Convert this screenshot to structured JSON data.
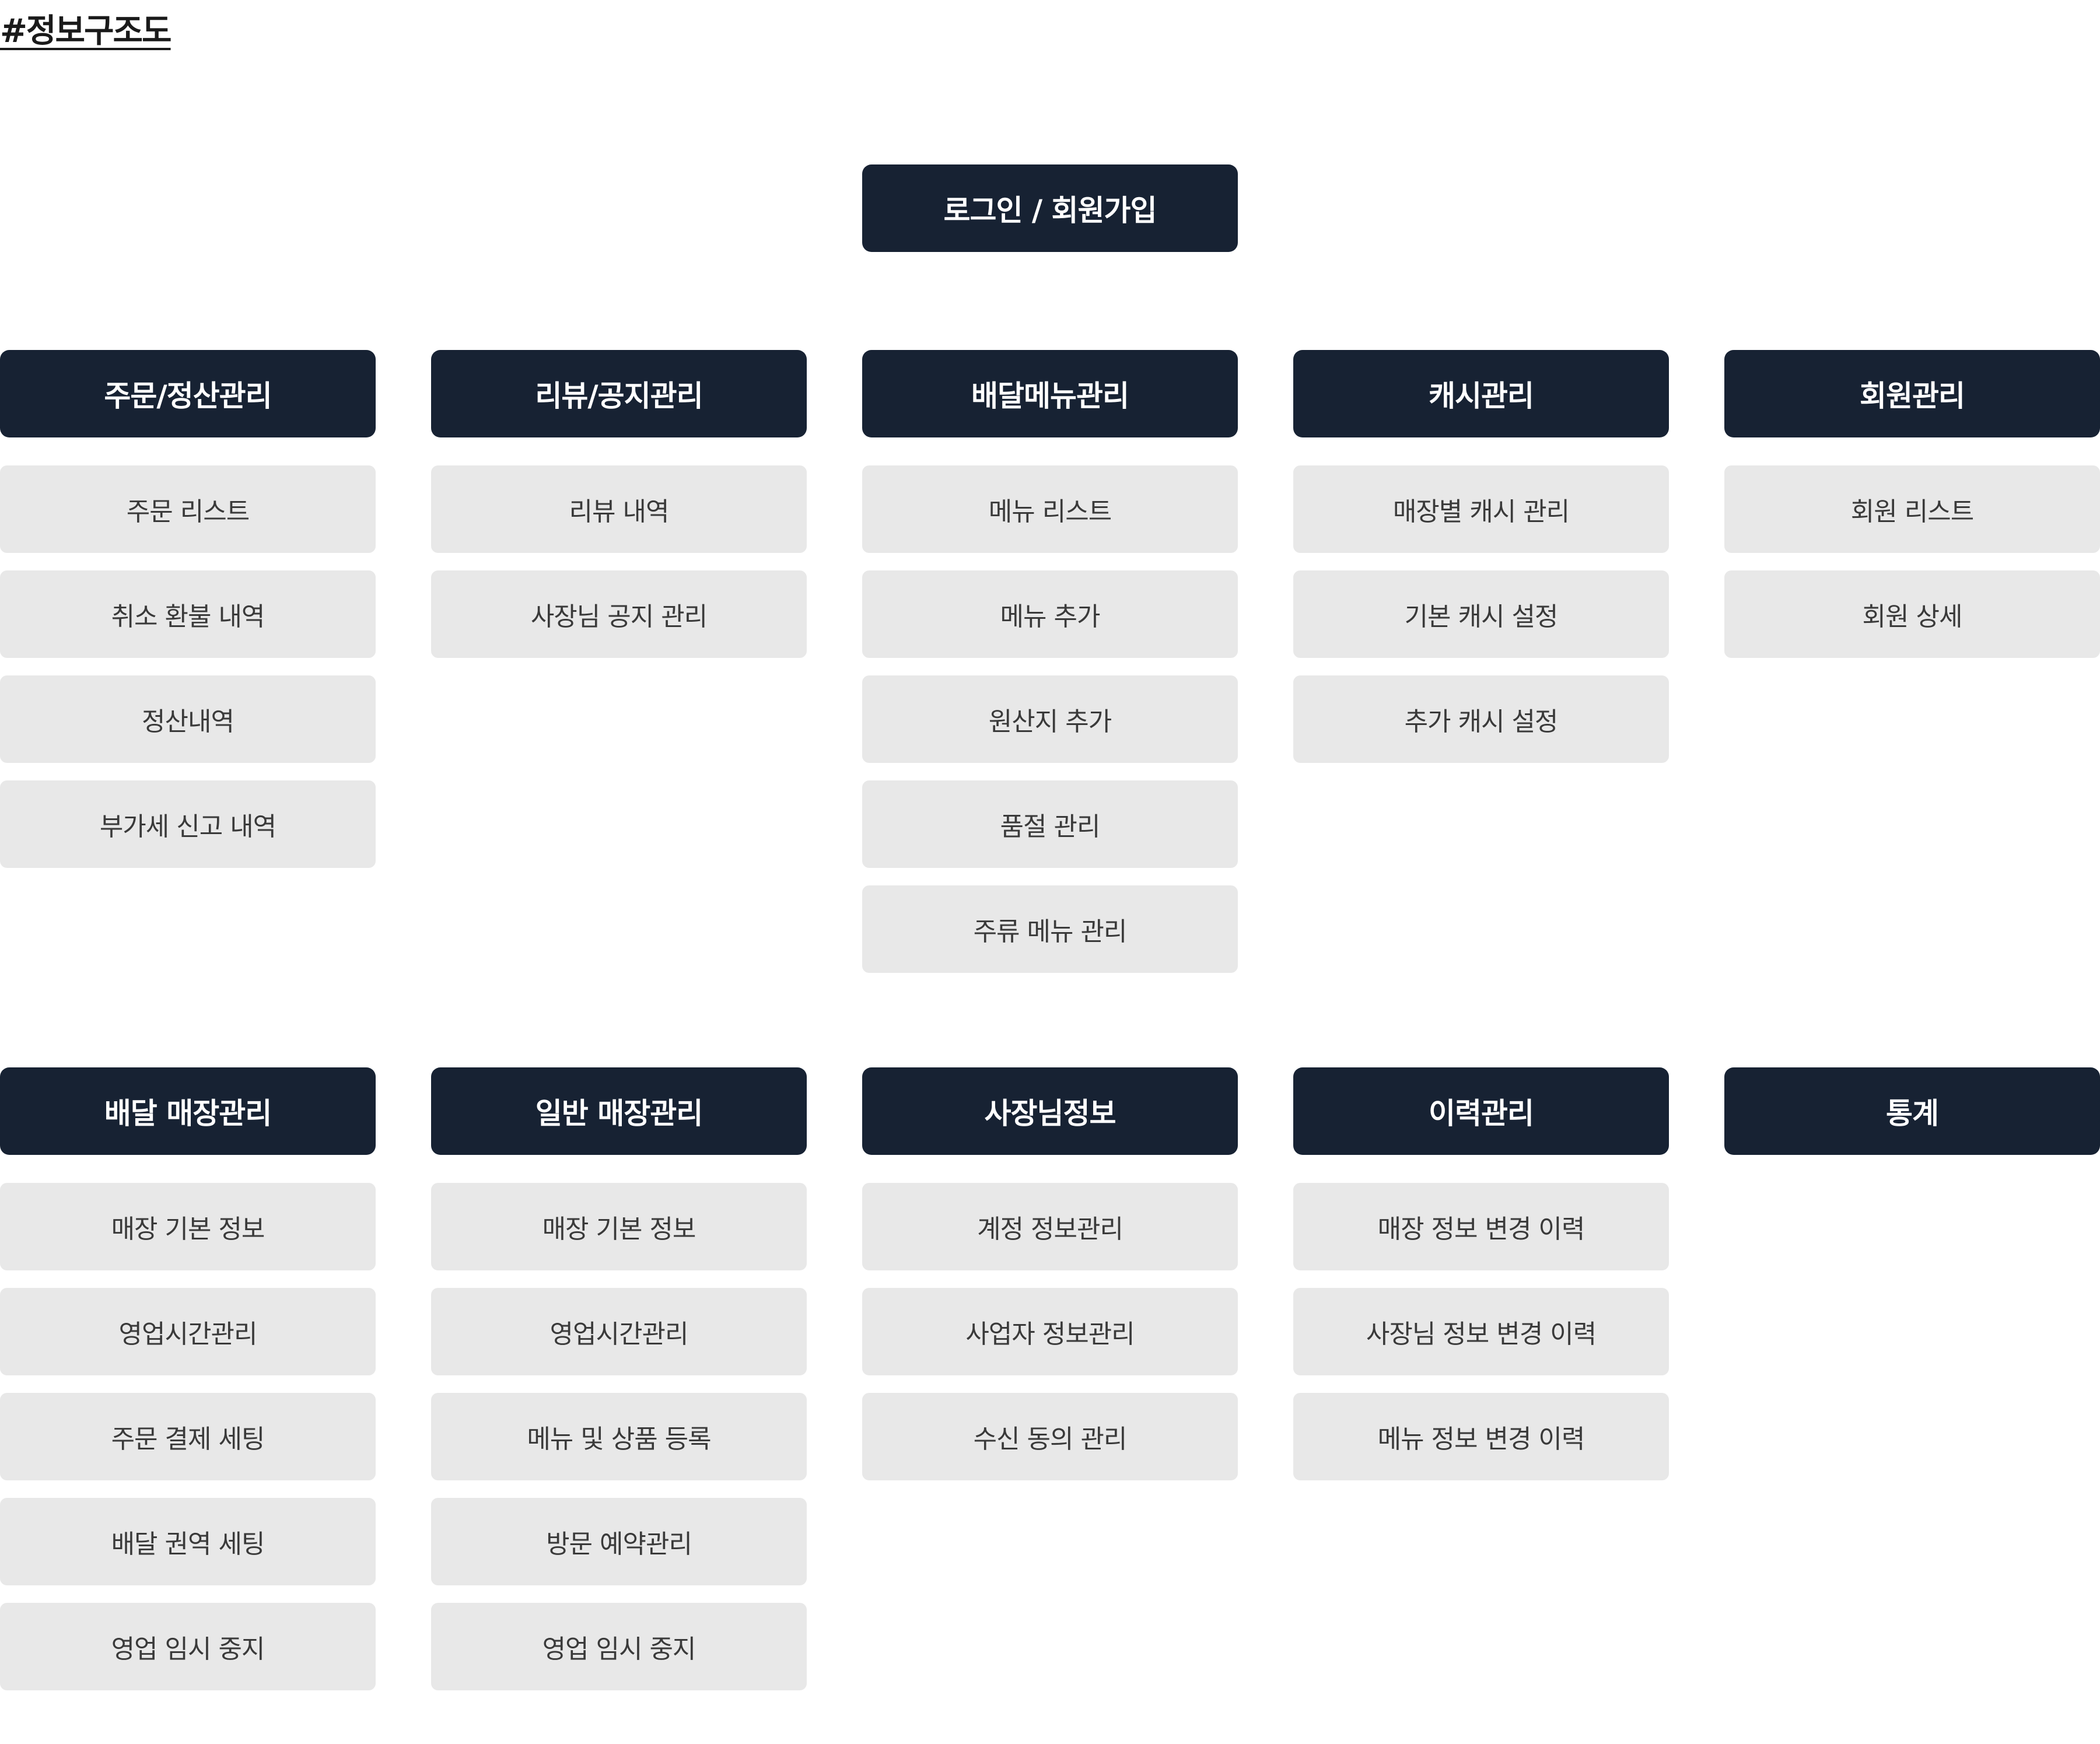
{
  "title": "#정보구조도",
  "root": "로그인 / 회원가입",
  "rows": [
    {
      "columns": [
        {
          "header": "주문/정산관리",
          "items": [
            "주문 리스트",
            "취소 환불 내역",
            "정산내역",
            "부가세 신고 내역"
          ]
        },
        {
          "header": "리뷰/공지관리",
          "items": [
            "리뷰 내역",
            "사장님 공지 관리"
          ]
        },
        {
          "header": "배달메뉴관리",
          "items": [
            "메뉴 리스트",
            "메뉴 추가",
            "원산지 추가",
            "품절 관리",
            "주류 메뉴 관리"
          ]
        },
        {
          "header": "캐시관리",
          "items": [
            "매장별 캐시 관리",
            "기본 캐시 설정",
            "추가 캐시 설정"
          ]
        },
        {
          "header": "회원관리",
          "items": [
            "회원 리스트",
            "회원 상세"
          ]
        }
      ]
    },
    {
      "columns": [
        {
          "header": "배달 매장관리",
          "items": [
            "매장 기본 정보",
            "영업시간관리",
            "주문 결제 세팅",
            "배달 권역 세팅",
            "영업 임시 중지"
          ]
        },
        {
          "header": "일반 매장관리",
          "items": [
            "매장 기본 정보",
            "영업시간관리",
            "메뉴 및 상품 등록",
            "방문 예약관리",
            "영업 임시 중지"
          ]
        },
        {
          "header": "사장님정보",
          "items": [
            "계정 정보관리",
            "사업자 정보관리",
            "수신 동의 관리"
          ]
        },
        {
          "header": "이력관리",
          "items": [
            "매장 정보 변경 이력",
            "사장님 정보 변경 이력",
            "메뉴 정보 변경 이력"
          ]
        },
        {
          "header": "통계",
          "items": []
        }
      ]
    }
  ]
}
